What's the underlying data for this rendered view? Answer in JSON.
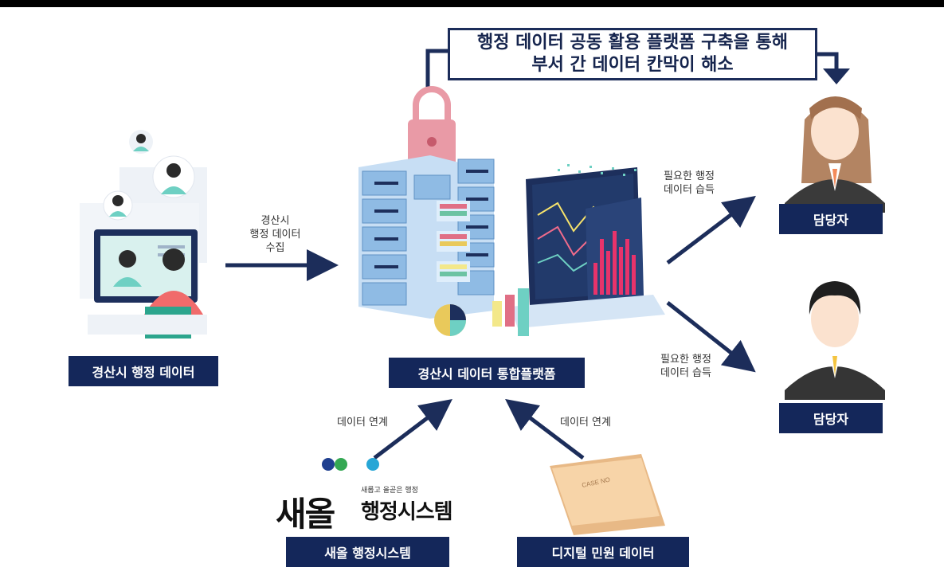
{
  "callout": {
    "line1": "행정 데이터 공동 활용 플랫폼 구축을 통해",
    "line2": "부서 간 데이터 칸막이 해소"
  },
  "labels": {
    "source_data": "경산시 행정 데이터",
    "platform": "경산시 데이터 통합플랫폼",
    "manager_top": "담당자",
    "manager_bottom": "담당자",
    "saeol": "새올 행정시스템",
    "digital_civil": "디지털 민원 데이터"
  },
  "captions": {
    "collect": [
      "경산시",
      "행정 데이터",
      "수집"
    ],
    "acquire_top": [
      "필요한 행정",
      "데이터 습득"
    ],
    "acquire_bottom": [
      "필요한 행정",
      "데이터 습득"
    ],
    "link_left": "데이터 연계",
    "link_right": "데이터 연계"
  },
  "logo": {
    "title": "새올",
    "tagline": "새롭고 올곧은 행정",
    "subtitle": "행정시스템",
    "dot_colors": [
      "#1f3f8f",
      "#34a853",
      "#27a6d6"
    ]
  },
  "colors": {
    "navy": "#14275a",
    "arrow": "#1c2d5a",
    "server": "#8fbbe4"
  },
  "document_stamp": "CASE NO"
}
